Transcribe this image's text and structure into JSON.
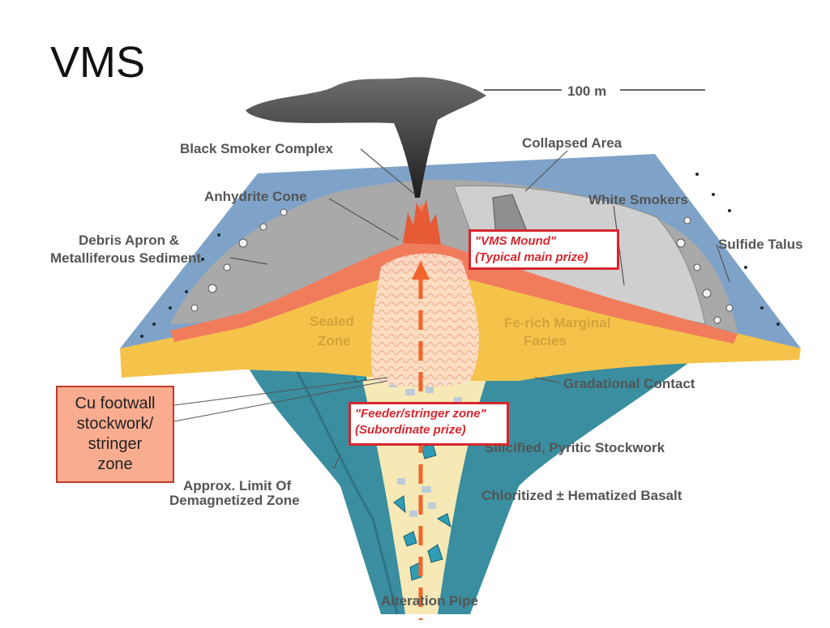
{
  "title": "VMS",
  "scale_label": "100 m",
  "labels": {
    "black_smoker": "Black Smoker Complex",
    "collapsed_area": "Collapsed Area",
    "anhydrite_cone": "Anhydrite Cone",
    "white_smokers": "White Smokers",
    "debris_apron_1": "Debris Apron &",
    "debris_apron_2": "Metalliferous Sediment",
    "sulfide_talus": "Sulfide Talus",
    "sealed_zone_1": "Sealed",
    "sealed_zone_2": "Zone",
    "marginal_facies_1": "Fe-rich Marginal",
    "marginal_facies_2": "Facies",
    "gradational_contact": "Gradational Contact",
    "silicified": "Silicified, Pyritic Stockwork",
    "chloritized": "Chloritized ± Hematized Basalt",
    "demag_1": "Approx. Limit Of",
    "demag_2": "Demagnetized Zone",
    "alteration_pipe": "Alteration Pipe"
  },
  "callouts": {
    "mound_line1": "\"VMS Mound\"",
    "mound_line2": "(Typical main prize)",
    "feeder_line1": "\"Feeder/stringer zone\"",
    "feeder_line2": "(Subordinate prize)",
    "cu_line1": "Cu footwall",
    "cu_line2": "stockwork/",
    "cu_line3": "stringer",
    "cu_line4": "zone"
  },
  "colors": {
    "seawater_surface": "#7fa3c8",
    "sediment": "#a9a9a9",
    "sulfide_mound": "#f07c5c",
    "sealed_zone": "#f5c34a",
    "basalt": "#3a8ea0",
    "pipe": "#f6e9b5",
    "arrow": "#f2642b",
    "callout_border": "#d7262e",
    "cu_box_fill": "#f9ac90"
  }
}
